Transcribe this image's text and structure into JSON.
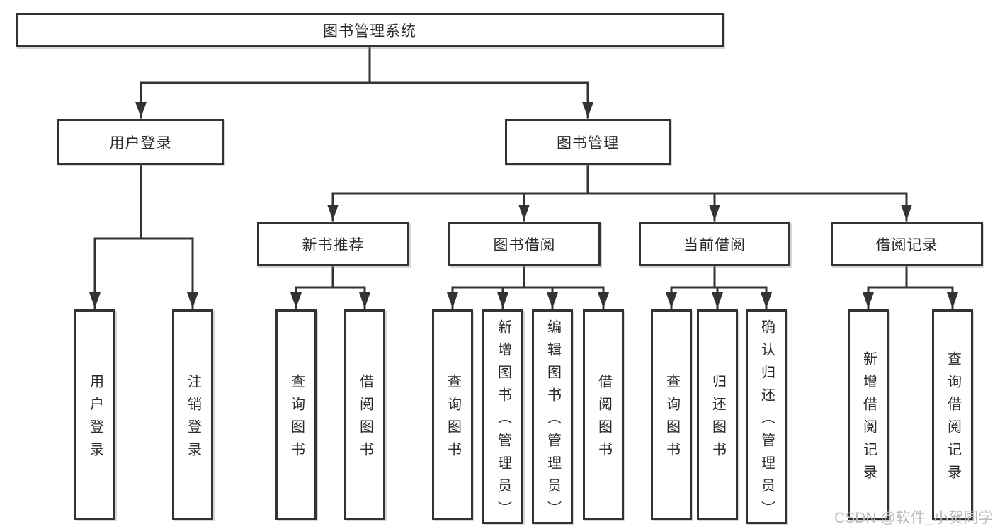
{
  "diagram": {
    "root": {
      "label": "图书管理系统"
    },
    "level2": [
      {
        "label": "用户登录"
      },
      {
        "label": "图书管理"
      }
    ],
    "level3": [
      {
        "label": "新书推荐"
      },
      {
        "label": "图书借阅"
      },
      {
        "label": "当前借阅"
      },
      {
        "label": "借阅记录"
      }
    ],
    "leaves": [
      {
        "label": "用户登录"
      },
      {
        "label": "注销登录"
      },
      {
        "label": "查询图书"
      },
      {
        "label": "借阅图书"
      },
      {
        "label": "查询图书"
      },
      {
        "label": "新增图书（管理员）"
      },
      {
        "label": "编辑图书（管理员）"
      },
      {
        "label": "借阅图书"
      },
      {
        "label": "查询图书"
      },
      {
        "label": "归还图书"
      },
      {
        "label": "确认归还（管理员）"
      },
      {
        "label": "新增借阅记录"
      },
      {
        "label": "查询借阅记录"
      }
    ],
    "colors": {
      "line": "#333333",
      "box_border": "#333333",
      "text": "#2b2b2b",
      "watermark": "#b7bbc2",
      "background": "#ffffff"
    }
  },
  "watermark": {
    "text": "CSDN @软件_小贺同学"
  }
}
